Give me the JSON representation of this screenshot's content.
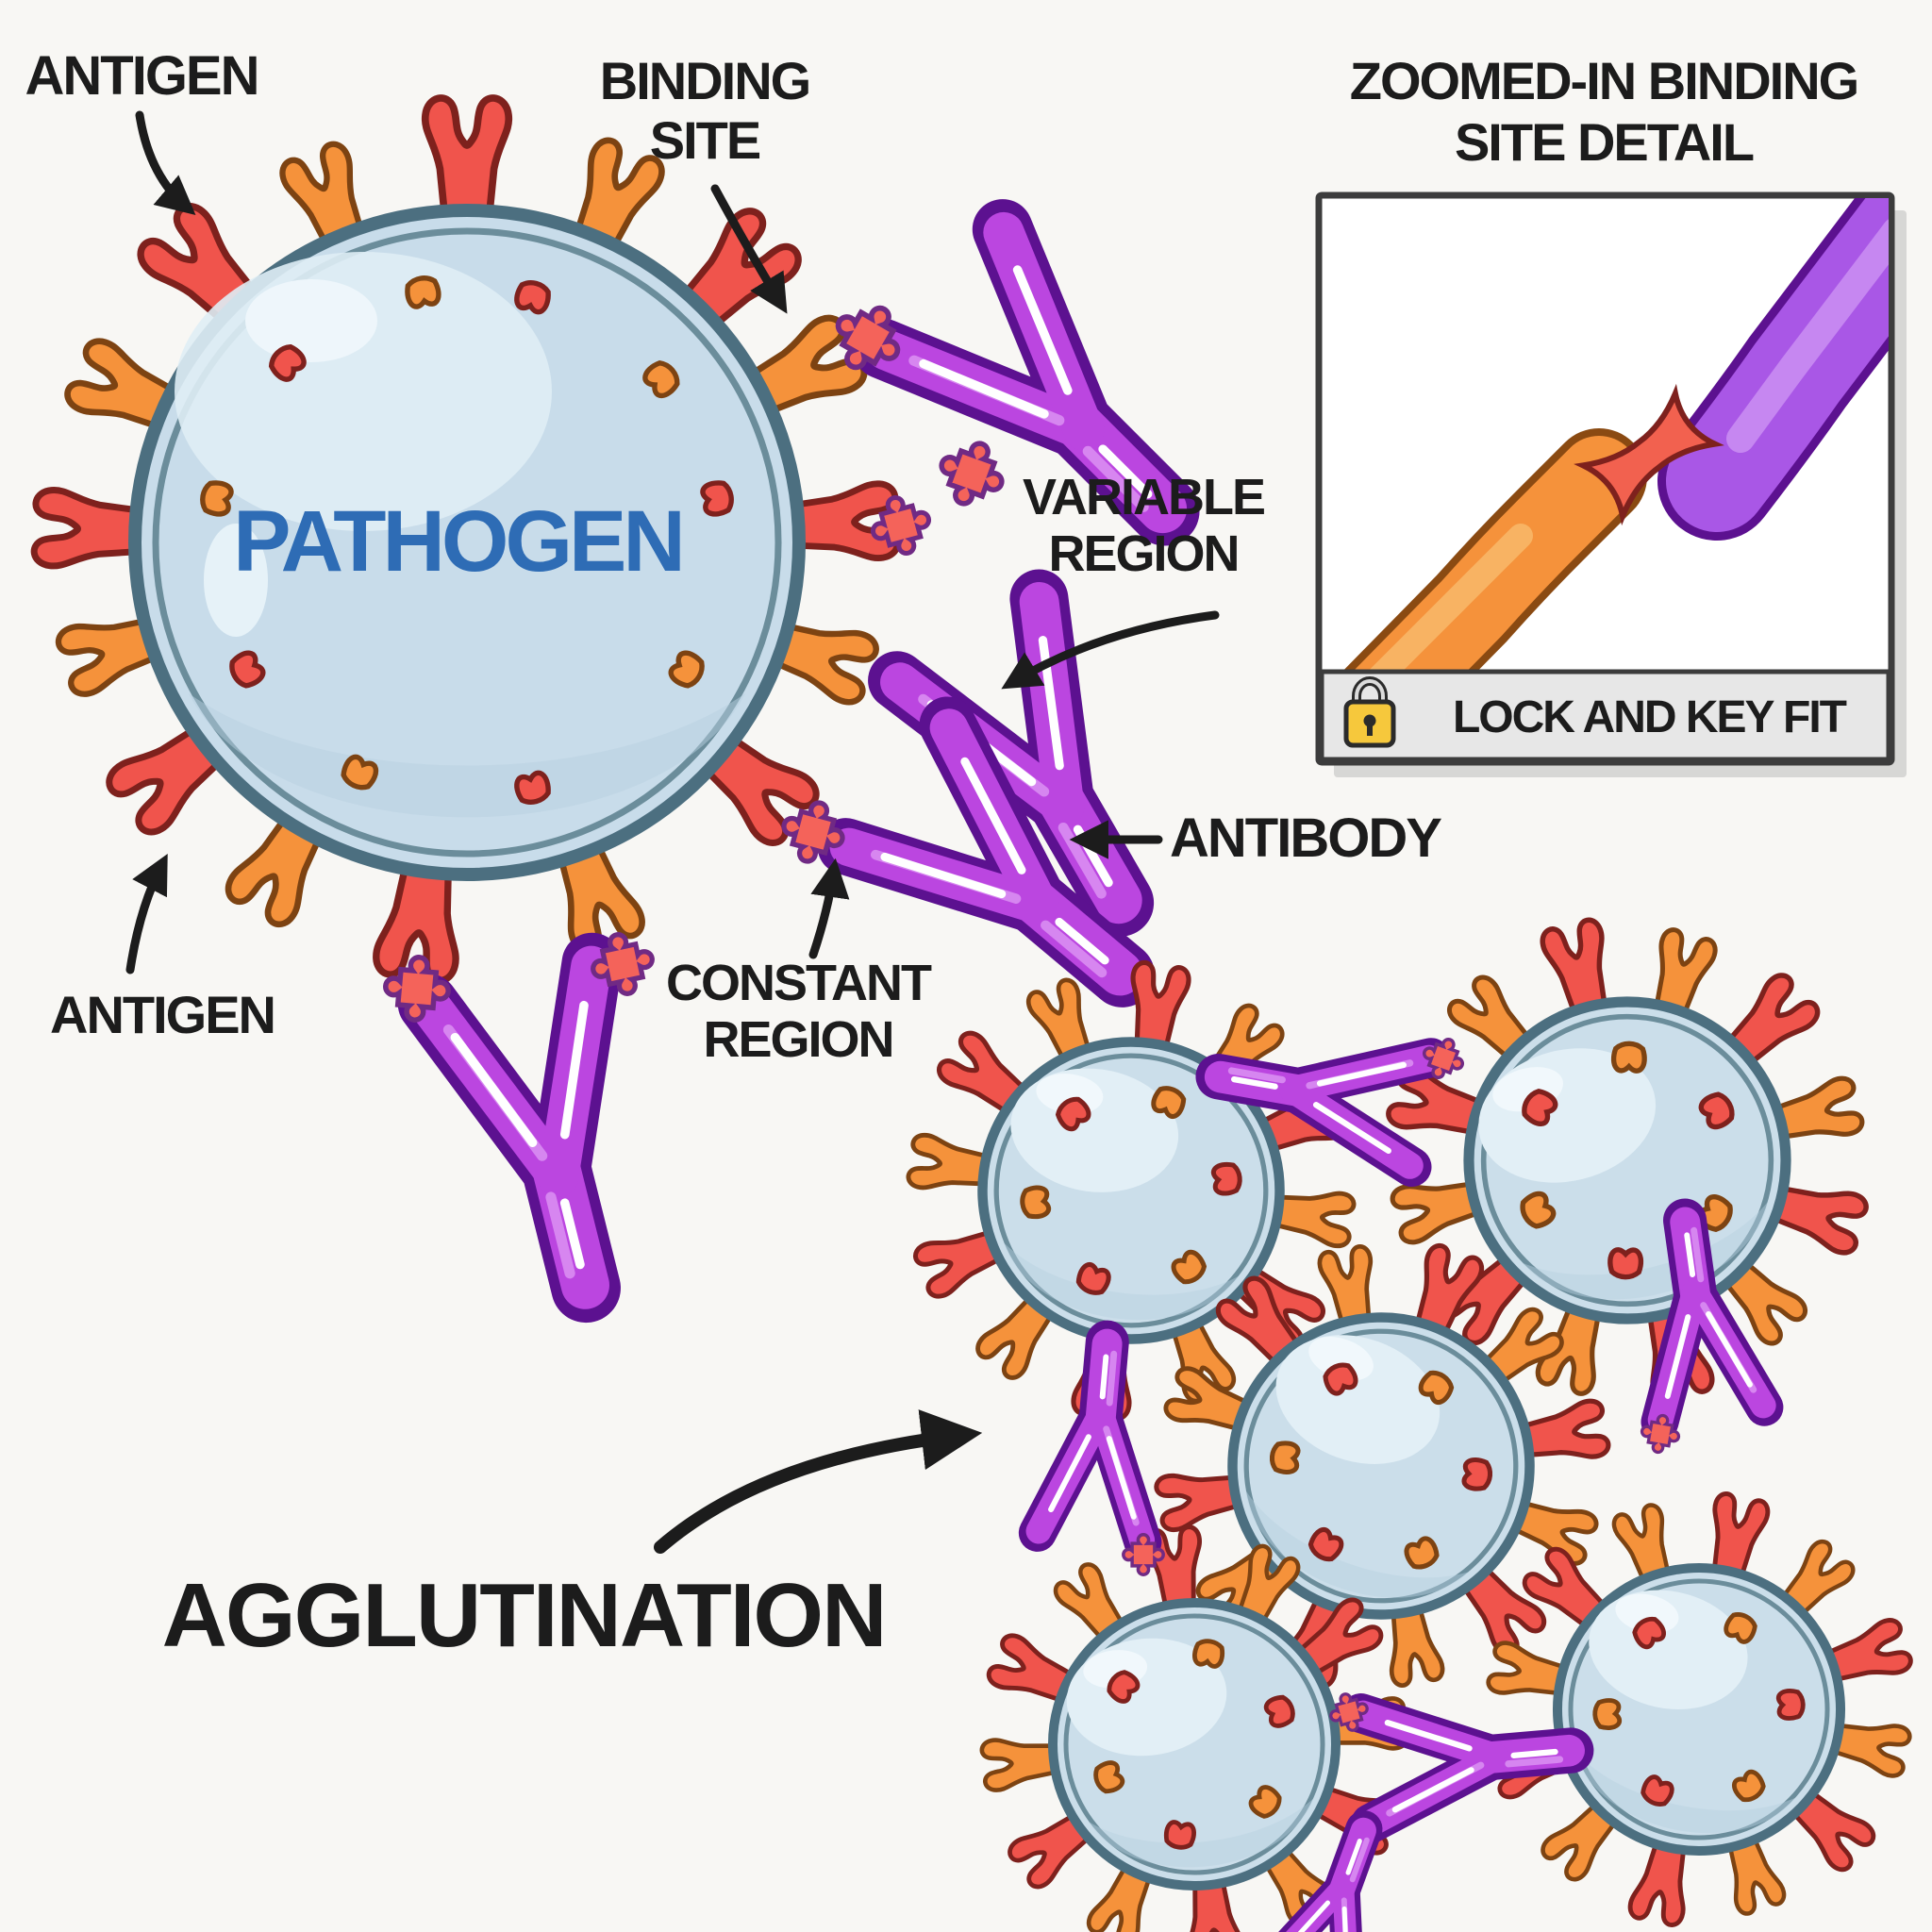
{
  "labels": {
    "antigen_top": "ANTIGEN",
    "binding_site": [
      "BINDING",
      "SITE"
    ],
    "pathogen": "PATHOGEN",
    "variable_region": [
      "VARIABLE",
      "REGION"
    ],
    "antibody": "ANTIBODY",
    "constant_region": [
      "CONSTANT",
      "REGION"
    ],
    "antigen_bottom": "ANTIGEN",
    "agglutination": "AGGLUTINATION"
  },
  "detail_panel": {
    "title": [
      "ZOOMED-IN BINDING",
      "SITE DETAIL"
    ],
    "caption": "LOCK AND KEY FIT"
  },
  "icons": {
    "padlock": "padlock-icon"
  },
  "colors": {
    "background": "#f8f7f4",
    "pathogen_fill": "#c8dcea",
    "pathogen_outline": "#4c6f80",
    "pathogen_text": "#2e6cb5",
    "antigen_red": "#f0544c",
    "antigen_red_outline": "#7e211d",
    "antigen_orange": "#f5923b",
    "antigen_orange_outline": "#7d4312",
    "antibody_fill": "#bb46e0",
    "antibody_outline": "#5c1190",
    "binding_connector": "#f4635a",
    "label_text": "#1c1c1c",
    "panel_border": "#3c3c3c",
    "caption_bar": "#e7e7e7",
    "padlock_body": "#f6c83c"
  }
}
